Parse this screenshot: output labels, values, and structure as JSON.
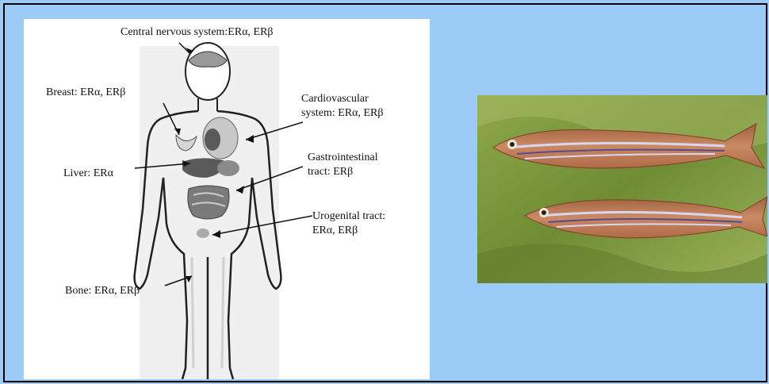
{
  "labels": {
    "cns": "Central nervous system:ERα, ERβ",
    "breast": "Breast: ERα, ERβ",
    "cardio_1": "Cardiovascular",
    "cardio_2": "system: ERα, ERβ",
    "liver": "Liver: ERα",
    "gi_1": "Gastrointestinal",
    "gi_2": "tract: ERβ",
    "uro_1": "Urogenital tract:",
    "uro_2": "ERα, ERβ",
    "bone": "Bone: ERα, ERβ"
  },
  "colors": {
    "background": "#9ccbf8",
    "panel": "#ffffff",
    "organ_dark": "#5a5a5a",
    "organ_light": "#c8c8c8",
    "water_green": "#7c9a3a",
    "fish_body": "#b9734f"
  }
}
